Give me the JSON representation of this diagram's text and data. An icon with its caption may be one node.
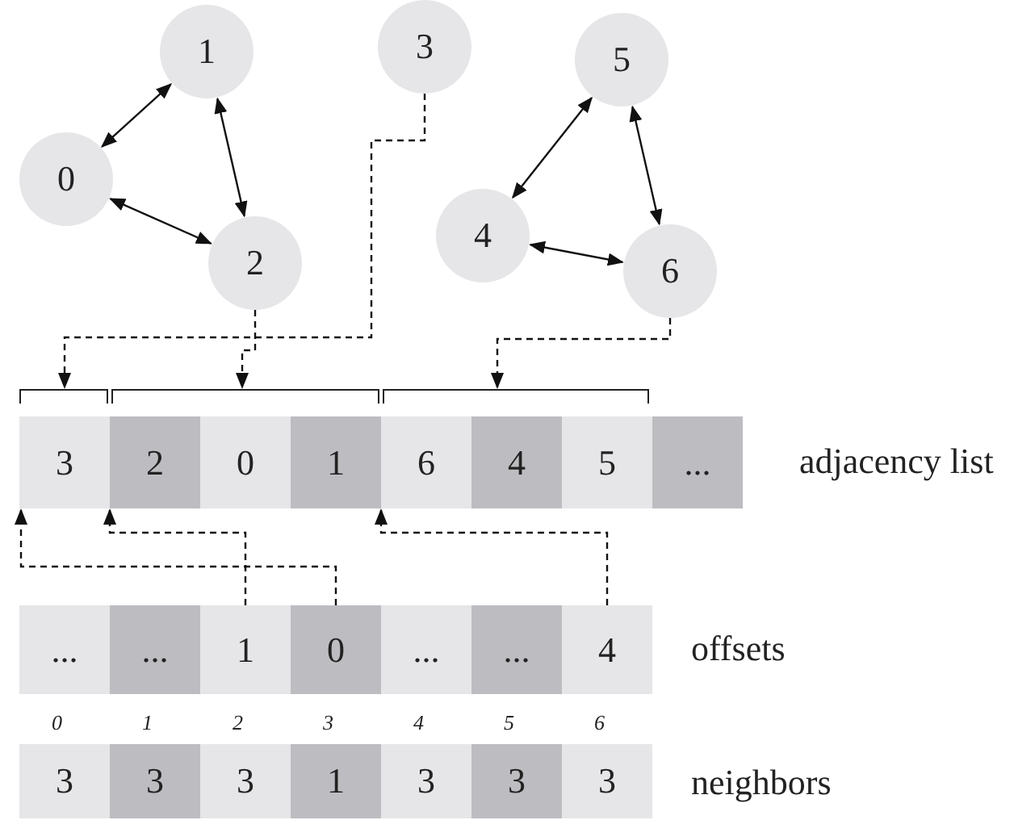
{
  "diagram": {
    "nodes": [
      {
        "text": [
          "0"
        ]
      },
      {
        "text": [
          "1"
        ]
      },
      {
        "text": [
          "2"
        ]
      },
      {
        "text": [
          "3"
        ]
      },
      {
        "text": [
          "4"
        ]
      },
      {
        "text": [
          "5"
        ]
      },
      {
        "text": [
          "6"
        ]
      },
      {
        "text": [],
        "shape": "bracket"
      },
      {
        "text": [],
        "shape": "bracket"
      },
      {
        "text": [],
        "shape": "bracket"
      },
      {
        "text": [
          "3"
        ]
      },
      {
        "text": [
          "2"
        ]
      },
      {
        "text": [
          "0"
        ]
      },
      {
        "text": [
          "1"
        ]
      },
      {
        "text": [
          "6"
        ]
      },
      {
        "text": [
          "4"
        ]
      },
      {
        "text": [
          "5"
        ]
      },
      {
        "text": [
          "..."
        ]
      },
      {
        "text": [
          "..."
        ]
      },
      {
        "text": [
          "..."
        ]
      },
      {
        "text": [
          "1"
        ]
      },
      {
        "text": [
          "0"
        ]
      },
      {
        "text": [
          "..."
        ]
      },
      {
        "text": [
          "..."
        ]
      },
      {
        "text": [
          "4"
        ]
      },
      {
        "text": [
          "3"
        ]
      },
      {
        "text": [
          "3"
        ]
      },
      {
        "text": [
          "3"
        ]
      },
      {
        "text": [
          "1"
        ]
      },
      {
        "text": [
          "3"
        ]
      },
      {
        "text": [
          "3"
        ]
      },
      {
        "text": [
          "3"
        ]
      }
    ],
    "edges": [
      {
        "from": 0,
        "to": 1,
        "arrow": "both"
      },
      {
        "from": 1,
        "to": 2,
        "arrow": "both"
      },
      {
        "from": 0,
        "to": 2,
        "arrow": "both"
      },
      {
        "from": 5,
        "to": 4,
        "arrow": "both"
      },
      {
        "from": 5,
        "to": 6,
        "arrow": "both"
      },
      {
        "from": 4,
        "to": 6,
        "arrow": "both"
      },
      {
        "from": 3,
        "to": 7,
        "arrow": "to",
        "style": "dashed"
      },
      {
        "from": 2,
        "to": 8,
        "arrow": "to",
        "style": "dashed"
      },
      {
        "from": 6,
        "to": 9,
        "arrow": "to",
        "style": "dashed"
      },
      {
        "from": 20,
        "to": 11,
        "arrow": "to",
        "style": "dashed"
      },
      {
        "from": 21,
        "to": 10,
        "arrow": "to",
        "style": "dashed"
      },
      {
        "from": 24,
        "to": 14,
        "arrow": "to",
        "style": "dashed"
      }
    ],
    "labels": [
      "adjacency list",
      "offsets",
      "0",
      "1",
      "2",
      "3",
      "4",
      "5",
      "6",
      "neighbors"
    ]
  }
}
